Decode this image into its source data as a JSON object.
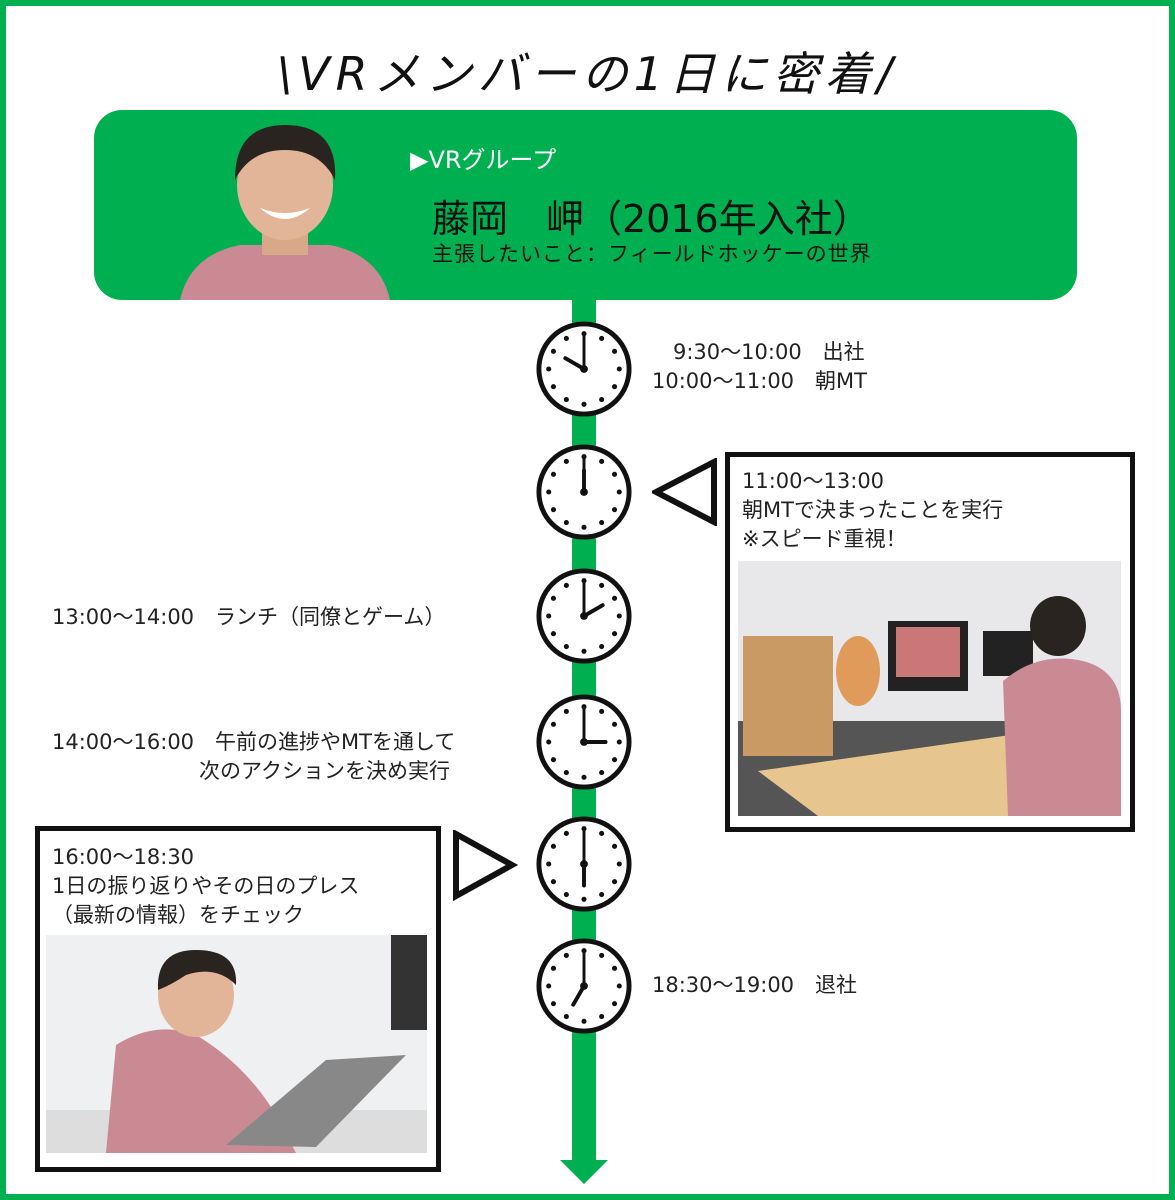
{
  "title": "\\VRメンバーの1日に密着/",
  "profile": {
    "group": "▶VRグループ",
    "name": "藤岡　岬（2016年入社）",
    "claim": "主張したいこと：フィールドホッケーの世界"
  },
  "colors": {
    "accent": "#00b050"
  },
  "schedule": [
    {
      "lines": [
        "　9:30〜10:00　出社",
        "10:00〜11:00　朝MT"
      ],
      "clock_hour": 10,
      "clock_minute": 0
    },
    {
      "lines": [
        "11:00〜13:00",
        "朝MTで決まったことを実行",
        "※スピード重視！"
      ],
      "clock_hour": 12,
      "clock_minute": 0
    },
    {
      "lines": [
        "13:00〜14:00　ランチ（同僚とゲーム）"
      ],
      "clock_hour": 2,
      "clock_minute": 0
    },
    {
      "lines": [
        "14:00〜16:00　午前の進捗やMTを通して",
        "　　　　　　　次のアクションを決め実行"
      ],
      "clock_hour": 3,
      "clock_minute": 0
    },
    {
      "lines": [
        "16:00〜18:30",
        "1日の振り返りやその日のプレス",
        "（最新の情報）をチェック"
      ],
      "clock_hour": 6,
      "clock_minute": 0
    },
    {
      "lines": [
        "18:30〜19:00　退社"
      ],
      "clock_hour": 7,
      "clock_minute": 0
    }
  ]
}
